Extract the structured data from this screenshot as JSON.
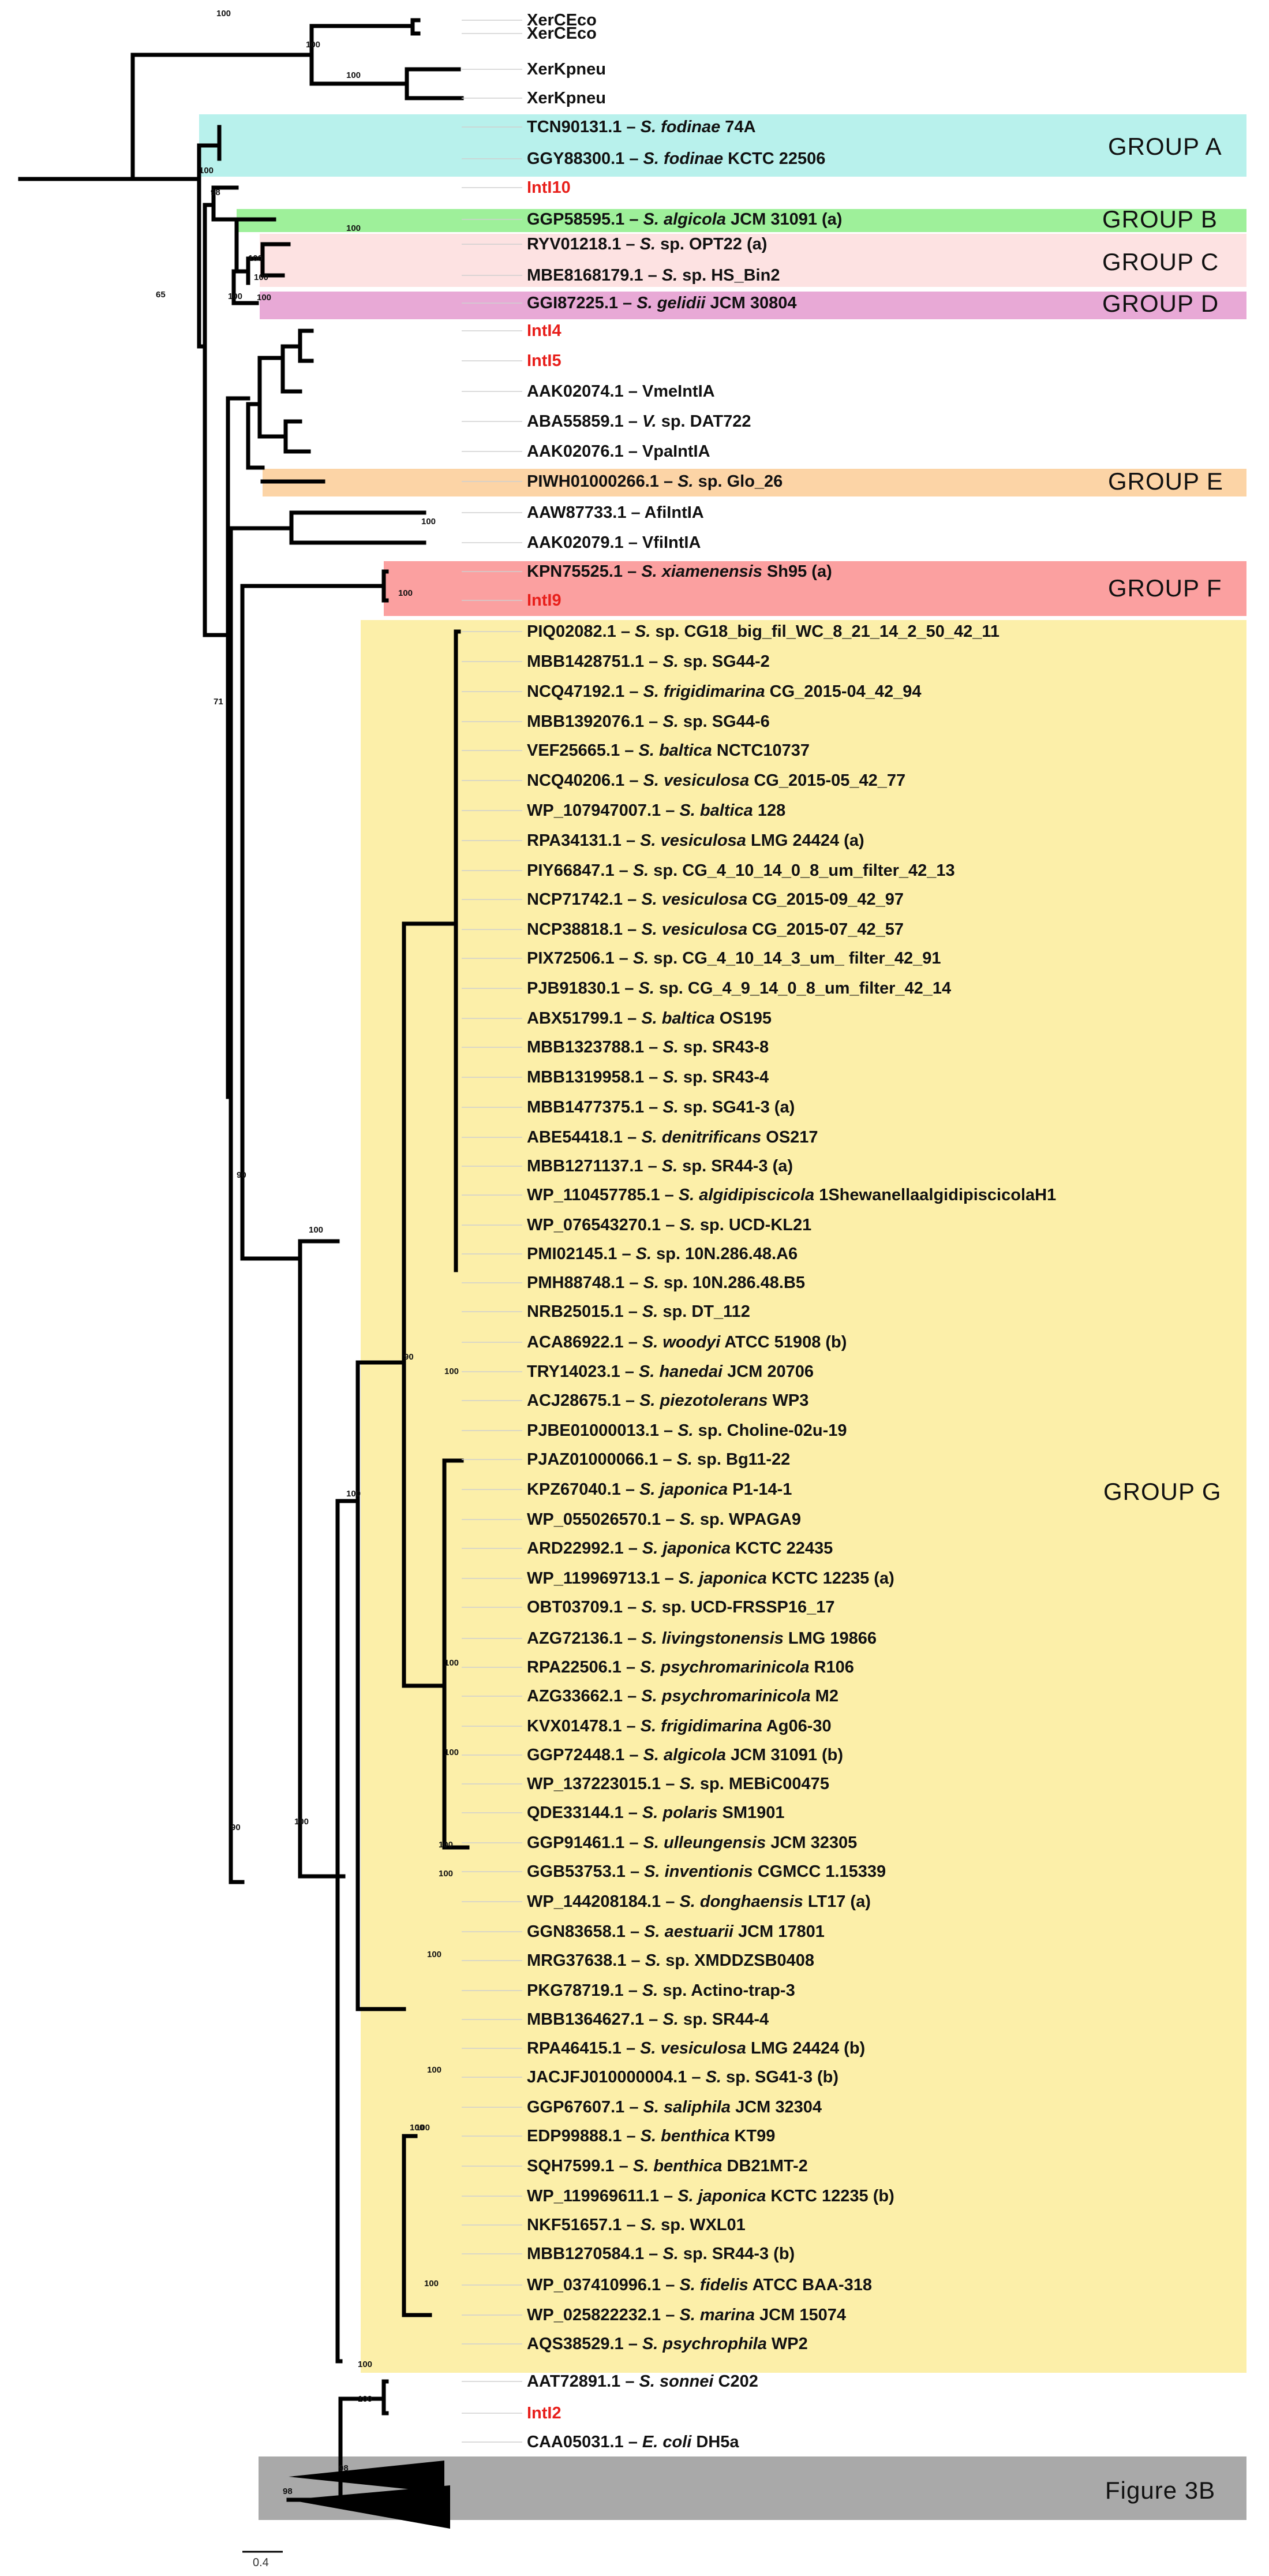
{
  "groups": [
    {
      "label": "GROUP A",
      "color": "#b8f1ec"
    },
    {
      "label": "GROUP B",
      "color": "#9ef09a"
    },
    {
      "label": "GROUP C",
      "color": "#fde2e2"
    },
    {
      "label": "GROUP D",
      "color": "#e8a9d6"
    },
    {
      "label": "GROUP E",
      "color": "#fcd4a6"
    },
    {
      "label": "GROUP F",
      "color": "#fba0a0"
    },
    {
      "label": "GROUP G",
      "color": "#fcefa9"
    },
    {
      "label": "Figure 3B",
      "color": "#a9a9a9"
    }
  ],
  "leaves": [
    {
      "acc": "XerCEco",
      "sp": "",
      "strain": "",
      "red": false
    },
    {
      "acc": "XerCEco",
      "sp": "",
      "strain": "",
      "red": false
    },
    {
      "acc": "XerKpneu",
      "sp": "",
      "strain": "",
      "red": false
    },
    {
      "acc": "XerKpneu",
      "sp": "",
      "strain": "",
      "red": false
    },
    {
      "acc": "TCN90131.1 – ",
      "sp": "S. fodinae",
      "strain": " 74A",
      "red": false
    },
    {
      "acc": "GGY88300.1 – ",
      "sp": "S. fodinae",
      "strain": " KCTC 22506",
      "red": false
    },
    {
      "acc": "IntI10",
      "sp": "",
      "strain": "",
      "red": true
    },
    {
      "acc": "GGP58595.1 – ",
      "sp": "S. algicola",
      "strain": " JCM 31091 (a)",
      "red": false
    },
    {
      "acc": "RYV01218.1 – ",
      "sp": "S.",
      "strain": " sp. OPT22 (a)",
      "red": false
    },
    {
      "acc": "MBE8168179.1 – ",
      "sp": "S.",
      "strain": " sp. HS_Bin2",
      "red": false
    },
    {
      "acc": "GGI87225.1 – ",
      "sp": "S. gelidii",
      "strain": " JCM 30804",
      "red": false
    },
    {
      "acc": "IntI4",
      "sp": "",
      "strain": "",
      "red": true
    },
    {
      "acc": "IntI5",
      "sp": "",
      "strain": "",
      "red": true
    },
    {
      "acc": "AAK02074.1 – VmeIntIA",
      "sp": "",
      "strain": "",
      "red": false
    },
    {
      "acc": "ABA55859.1 – ",
      "sp": "V.",
      "strain": " sp. DAT722",
      "red": false
    },
    {
      "acc": "AAK02076.1 – VpaIntIA",
      "sp": "",
      "strain": "",
      "red": false
    },
    {
      "acc": "PIWH01000266.1 – ",
      "sp": "S.",
      "strain": " sp. Glo_26",
      "red": false
    },
    {
      "acc": "AAW87733.1 – AfiIntIA",
      "sp": "",
      "strain": "",
      "red": false
    },
    {
      "acc": "AAK02079.1 – VfiIntIA",
      "sp": "",
      "strain": "",
      "red": false
    },
    {
      "acc": "KPN75525.1 – ",
      "sp": "S. xiamenensis",
      "strain": " Sh95 (a)",
      "red": false
    },
    {
      "acc": "IntI9",
      "sp": "",
      "strain": "",
      "red": true
    },
    {
      "acc": "PIQ02082.1 – ",
      "sp": "S.",
      "strain": " sp. CG18_big_fil_WC_8_21_14_2_50_42_11",
      "red": false
    },
    {
      "acc": "MBB1428751.1 – ",
      "sp": "S.",
      "strain": " sp. SG44-2",
      "red": false
    },
    {
      "acc": "NCQ47192.1 – ",
      "sp": "S. frigidimarina",
      "strain": " CG_2015-04_42_94",
      "red": false
    },
    {
      "acc": "MBB1392076.1 – ",
      "sp": "S.",
      "strain": " sp. SG44-6",
      "red": false
    },
    {
      "acc": "VEF25665.1 – ",
      "sp": "S. baltica",
      "strain": " NCTC10737",
      "red": false
    },
    {
      "acc": "NCQ40206.1 – ",
      "sp": "S. vesiculosa",
      "strain": " CG_2015-05_42_77",
      "red": false
    },
    {
      "acc": "WP_107947007.1 – ",
      "sp": "S. baltica",
      "strain": " 128",
      "red": false
    },
    {
      "acc": "RPA34131.1 – ",
      "sp": "S. vesiculosa",
      "strain": " LMG 24424 (a)",
      "red": false
    },
    {
      "acc": "PIY66847.1 – ",
      "sp": "S.",
      "strain": " sp. CG_4_10_14_0_8_um_filter_42_13",
      "red": false
    },
    {
      "acc": "NCP71742.1 – ",
      "sp": "S. vesiculosa",
      "strain": " CG_2015-09_42_97",
      "red": false
    },
    {
      "acc": "NCP38818.1 – ",
      "sp": "S. vesiculosa",
      "strain": " CG_2015-07_42_57",
      "red": false
    },
    {
      "acc": "PIX72506.1 – ",
      "sp": "S.",
      "strain": " sp. CG_4_10_14_3_um_ filter_42_91",
      "red": false
    },
    {
      "acc": "PJB91830.1 – ",
      "sp": "S.",
      "strain": " sp. CG_4_9_14_0_8_um_filter_42_14",
      "red": false
    },
    {
      "acc": "ABX51799.1 – ",
      "sp": "S. baltica",
      "strain": " OS195",
      "red": false
    },
    {
      "acc": "MBB1323788.1 – ",
      "sp": "S.",
      "strain": " sp. SR43-8",
      "red": false
    },
    {
      "acc": "MBB1319958.1 – ",
      "sp": "S.",
      "strain": " sp. SR43-4",
      "red": false
    },
    {
      "acc": "MBB1477375.1 – ",
      "sp": "S.",
      "strain": " sp. SG41-3 (a)",
      "red": false
    },
    {
      "acc": "ABE54418.1 – ",
      "sp": "S. denitrificans",
      "strain": " OS217",
      "red": false
    },
    {
      "acc": "MBB1271137.1 – ",
      "sp": "S.",
      "strain": " sp. SR44-3 (a)",
      "red": false
    },
    {
      "acc": "WP_110457785.1 – ",
      "sp": "S. algidipiscicola",
      "strain": " 1ShewanellaalgidipiscicolaH1",
      "red": false
    },
    {
      "acc": "WP_076543270.1 – ",
      "sp": "S.",
      "strain": " sp. UCD-KL21",
      "red": false
    },
    {
      "acc": "PMI02145.1 – ",
      "sp": "S.",
      "strain": " sp. 10N.286.48.A6",
      "red": false
    },
    {
      "acc": "PMH88748.1 – ",
      "sp": "S.",
      "strain": " sp. 10N.286.48.B5",
      "red": false
    },
    {
      "acc": "NRB25015.1 – ",
      "sp": "S.",
      "strain": " sp. DT_112",
      "red": false
    },
    {
      "acc": "ACA86922.1 – ",
      "sp": "S. woodyi",
      "strain": " ATCC 51908 (b)",
      "red": false
    },
    {
      "acc": "TRY14023.1 – ",
      "sp": "S. hanedai",
      "strain": " JCM 20706",
      "red": false
    },
    {
      "acc": "ACJ28675.1 – ",
      "sp": "S. piezotolerans",
      "strain": " WP3",
      "red": false
    },
    {
      "acc": "PJBE01000013.1 – ",
      "sp": "S.",
      "strain": " sp. Choline-02u-19",
      "red": false
    },
    {
      "acc": "PJAZ01000066.1 – ",
      "sp": "S.",
      "strain": " sp. Bg11-22",
      "red": false
    },
    {
      "acc": "KPZ67040.1 – ",
      "sp": "S. japonica",
      "strain": " P1-14-1",
      "red": false
    },
    {
      "acc": "WP_055026570.1 – ",
      "sp": "S.",
      "strain": " sp. WPAGA9",
      "red": false
    },
    {
      "acc": "ARD22992.1 – ",
      "sp": "S. japonica",
      "strain": " KCTC 22435",
      "red": false
    },
    {
      "acc": "WP_119969713.1 – ",
      "sp": "S. japonica",
      "strain": "  KCTC 12235 (a)",
      "red": false
    },
    {
      "acc": "OBT03709.1 – ",
      "sp": "S.",
      "strain": " sp. UCD-FRSSP16_17",
      "red": false
    },
    {
      "acc": "AZG72136.1 – ",
      "sp": "S. livingstonensis",
      "strain": " LMG 19866",
      "red": false
    },
    {
      "acc": "RPA22506.1 – ",
      "sp": "S. psychromarinicola",
      "strain": " R106",
      "red": false
    },
    {
      "acc": "AZG33662.1 – ",
      "sp": "S. psychromarinicola",
      "strain": " M2",
      "red": false
    },
    {
      "acc": "KVX01478.1 – ",
      "sp": "S. frigidimarina",
      "strain": " Ag06-30",
      "red": false
    },
    {
      "acc": "GGP72448.1 – ",
      "sp": "S. algicola",
      "strain": " JCM 31091 (b)",
      "red": false
    },
    {
      "acc": "WP_137223015.1 – ",
      "sp": "S.",
      "strain": " sp. MEBiC00475",
      "red": false
    },
    {
      "acc": "QDE33144.1 – ",
      "sp": "S. polaris",
      "strain": " SM1901",
      "red": false
    },
    {
      "acc": "GGP91461.1 – ",
      "sp": "S. ulleungensis",
      "strain": " JCM 32305",
      "red": false
    },
    {
      "acc": "GGB53753.1 – ",
      "sp": "S. inventionis",
      "strain": " CGMCC 1.15339",
      "red": false
    },
    {
      "acc": "WP_144208184.1 – ",
      "sp": "S. donghaensis",
      "strain": " LT17 (a)",
      "red": false
    },
    {
      "acc": "GGN83658.1 – ",
      "sp": "S. aestuarii",
      "strain": " JCM 17801",
      "red": false
    },
    {
      "acc": "MRG37638.1 – ",
      "sp": "S.",
      "strain": " sp. XMDDZSB0408",
      "red": false
    },
    {
      "acc": "PKG78719.1 – ",
      "sp": "S.",
      "strain": " sp. Actino-trap-3",
      "red": false
    },
    {
      "acc": "MBB1364627.1 – ",
      "sp": "S.",
      "strain": " sp. SR44-4",
      "red": false
    },
    {
      "acc": "RPA46415.1 – ",
      "sp": "S. vesiculosa",
      "strain": " LMG 24424 (b)",
      "red": false
    },
    {
      "acc": "JACJFJ010000004.1 – ",
      "sp": "S.",
      "strain": " sp. SG41-3 (b)",
      "red": false
    },
    {
      "acc": "GGP67607.1 – ",
      "sp": "S. saliphila",
      "strain": " JCM 32304",
      "red": false
    },
    {
      "acc": "EDP99888.1 – ",
      "sp": "S. benthica",
      "strain": " KT99",
      "red": false
    },
    {
      "acc": "SQH7599.1 – ",
      "sp": "S. benthica",
      "strain": " DB21MT-2",
      "red": false
    },
    {
      "acc": "WP_119969611.1 – ",
      "sp": "S. japonica",
      "strain": " KCTC 12235 (b)",
      "red": false
    },
    {
      "acc": "NKF51657.1 – ",
      "sp": "S.",
      "strain": " sp. WXL01",
      "red": false
    },
    {
      "acc": "MBB1270584.1 – ",
      "sp": "S.",
      "strain": " sp. SR44-3 (b)",
      "red": false
    },
    {
      "acc": "WP_037410996.1 – ",
      "sp": "S. fidelis",
      "strain": " ATCC BAA-318",
      "red": false
    },
    {
      "acc": "WP_025822232.1 – ",
      "sp": "S. marina",
      "strain": " JCM 15074",
      "red": false
    },
    {
      "acc": "AQS38529.1 – ",
      "sp": "S. psychrophila",
      "strain": " WP2",
      "red": false
    },
    {
      "acc": "AAT72891.1 – ",
      "sp": "S. sonnei",
      "strain": " C202",
      "red": false
    },
    {
      "acc": "IntI2",
      "sp": "",
      "strain": "",
      "red": true
    },
    {
      "acc": "CAA05031.1 – ",
      "sp": "E. coli",
      "strain": " DH5a",
      "red": false
    }
  ],
  "bootstrap": [
    "100",
    "100",
    "100",
    "100",
    "100",
    "98",
    "100",
    "100",
    "100",
    "65",
    "100",
    "71",
    "100",
    "100",
    "90",
    "100",
    "90",
    "100",
    "100",
    "90",
    "100",
    "100",
    "100",
    "100",
    "100",
    "100",
    "100",
    "100",
    "100",
    "100",
    "100",
    "100",
    "98",
    "98"
  ],
  "scale_label": "0.4"
}
